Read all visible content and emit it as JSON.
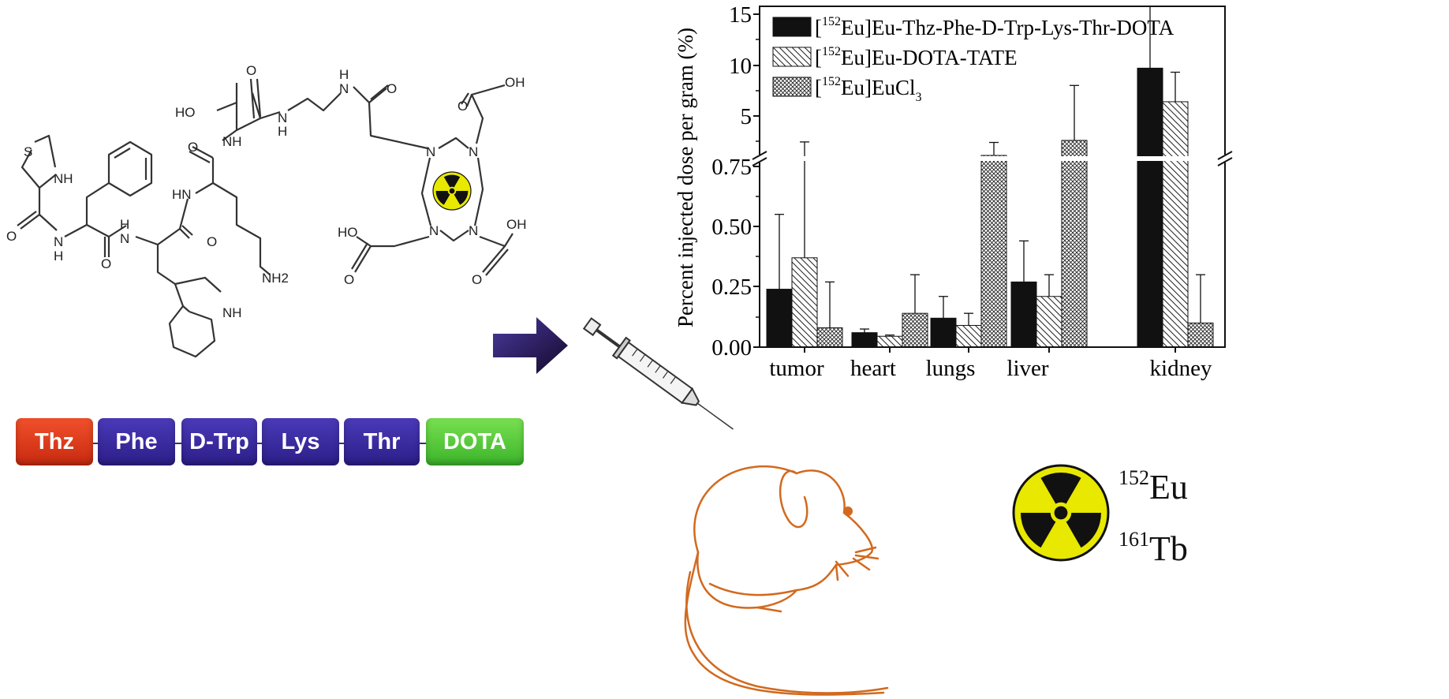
{
  "molecule": {
    "atom_labels": [
      "S",
      "NH",
      "O",
      "N",
      "H",
      "O",
      "H",
      "N",
      "HO",
      "O",
      "N",
      "H",
      "H",
      "N",
      "O",
      "O",
      "NH",
      "HN",
      "O",
      "NH",
      "NH2",
      "OH",
      "O",
      "N",
      "N",
      "N",
      "N",
      "HO",
      "O",
      "OH",
      "O"
    ]
  },
  "peptide_sequence": [
    {
      "label": "Thz",
      "color": "#d83a1a"
    },
    {
      "label": "Phe",
      "color": "#3c2a9a"
    },
    {
      "label": "D-Trp",
      "color": "#3c2a9a"
    },
    {
      "label": "Lys",
      "color": "#3c2a9a"
    },
    {
      "label": "Thr",
      "color": "#3c2a9a"
    },
    {
      "label": "DOTA",
      "color": "#5cc83a"
    }
  ],
  "isotopes": [
    {
      "mass": "152",
      "symbol": "Eu"
    },
    {
      "mass": "161",
      "symbol": "Tb"
    }
  ],
  "colors": {
    "mouse": "#d2691e",
    "arrow": "#3a2a80",
    "radiation_yellow": "#e8e800"
  },
  "chart_data": {
    "type": "bar",
    "title": "",
    "xlabel": "",
    "ylabel": "Percent injected dose per gram (%)",
    "categories": [
      "tumor",
      "heart",
      "lungs",
      "liver",
      "kidney"
    ],
    "series": [
      {
        "name": "[152Eu]Eu-Thz-Phe-D-Trp-Lys-Thr-DOTA",
        "legend": {
          "open": "[",
          "mass": "152",
          "rest": "Eu]Eu-Thz-Phe-D-Trp-Lys-Thr-DOTA",
          "sub": ""
        },
        "fill": "solid",
        "values": [
          0.24,
          0.06,
          0.12,
          0.27,
          9.7
        ],
        "errors": [
          0.31,
          0.015,
          0.09,
          0.17,
          6.1
        ]
      },
      {
        "name": "[152Eu]Eu-DOTA-TATE",
        "legend": {
          "open": "[",
          "mass": "152",
          "rest": "Eu]Eu-DOTA-TATE",
          "sub": ""
        },
        "fill": "hatch",
        "values": [
          0.37,
          0.045,
          0.09,
          0.21,
          6.4
        ],
        "errors": [
          0.48,
          0.005,
          0.05,
          0.09,
          2.9
        ]
      },
      {
        "name": "[152Eu]EuCl3",
        "legend": {
          "open": "[",
          "mass": "152",
          "rest": "Eu]EuCl",
          "sub": "3"
        },
        "fill": "crosshatch",
        "values": [
          0.08,
          0.14,
          1.1,
          2.6,
          0.1
        ],
        "errors": [
          0.19,
          0.16,
          1.3,
          5.4,
          0.2
        ]
      }
    ],
    "y_axis_broken": true,
    "ylim_lower": [
      0,
      0.78
    ],
    "ylim_upper": [
      0.78,
      16
    ],
    "yticks_lower": [
      "0.00",
      "0.25",
      "0.50",
      "0.75"
    ],
    "yticks_upper": [
      "5",
      "10",
      "15"
    ],
    "legend_position": "top-left",
    "grid": false
  }
}
